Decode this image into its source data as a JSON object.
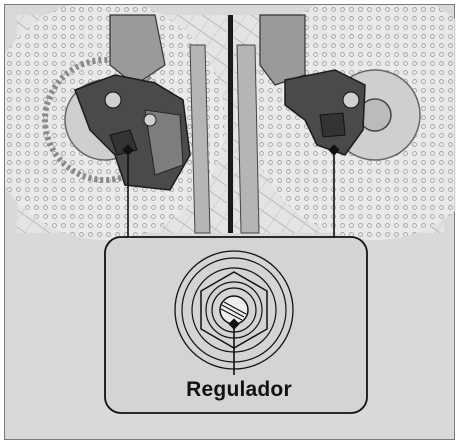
{
  "figure": {
    "callout_label": "Regulador",
    "panels": [
      {
        "name": "left-caliper-view"
      },
      {
        "name": "right-caliper-view"
      }
    ],
    "colors": {
      "background": "#d9d9d9",
      "panel_bg": "#e6e6e6",
      "callout_bg": "#d4d4d4",
      "line": "#111111",
      "caliper": "#4a4a4a"
    }
  }
}
